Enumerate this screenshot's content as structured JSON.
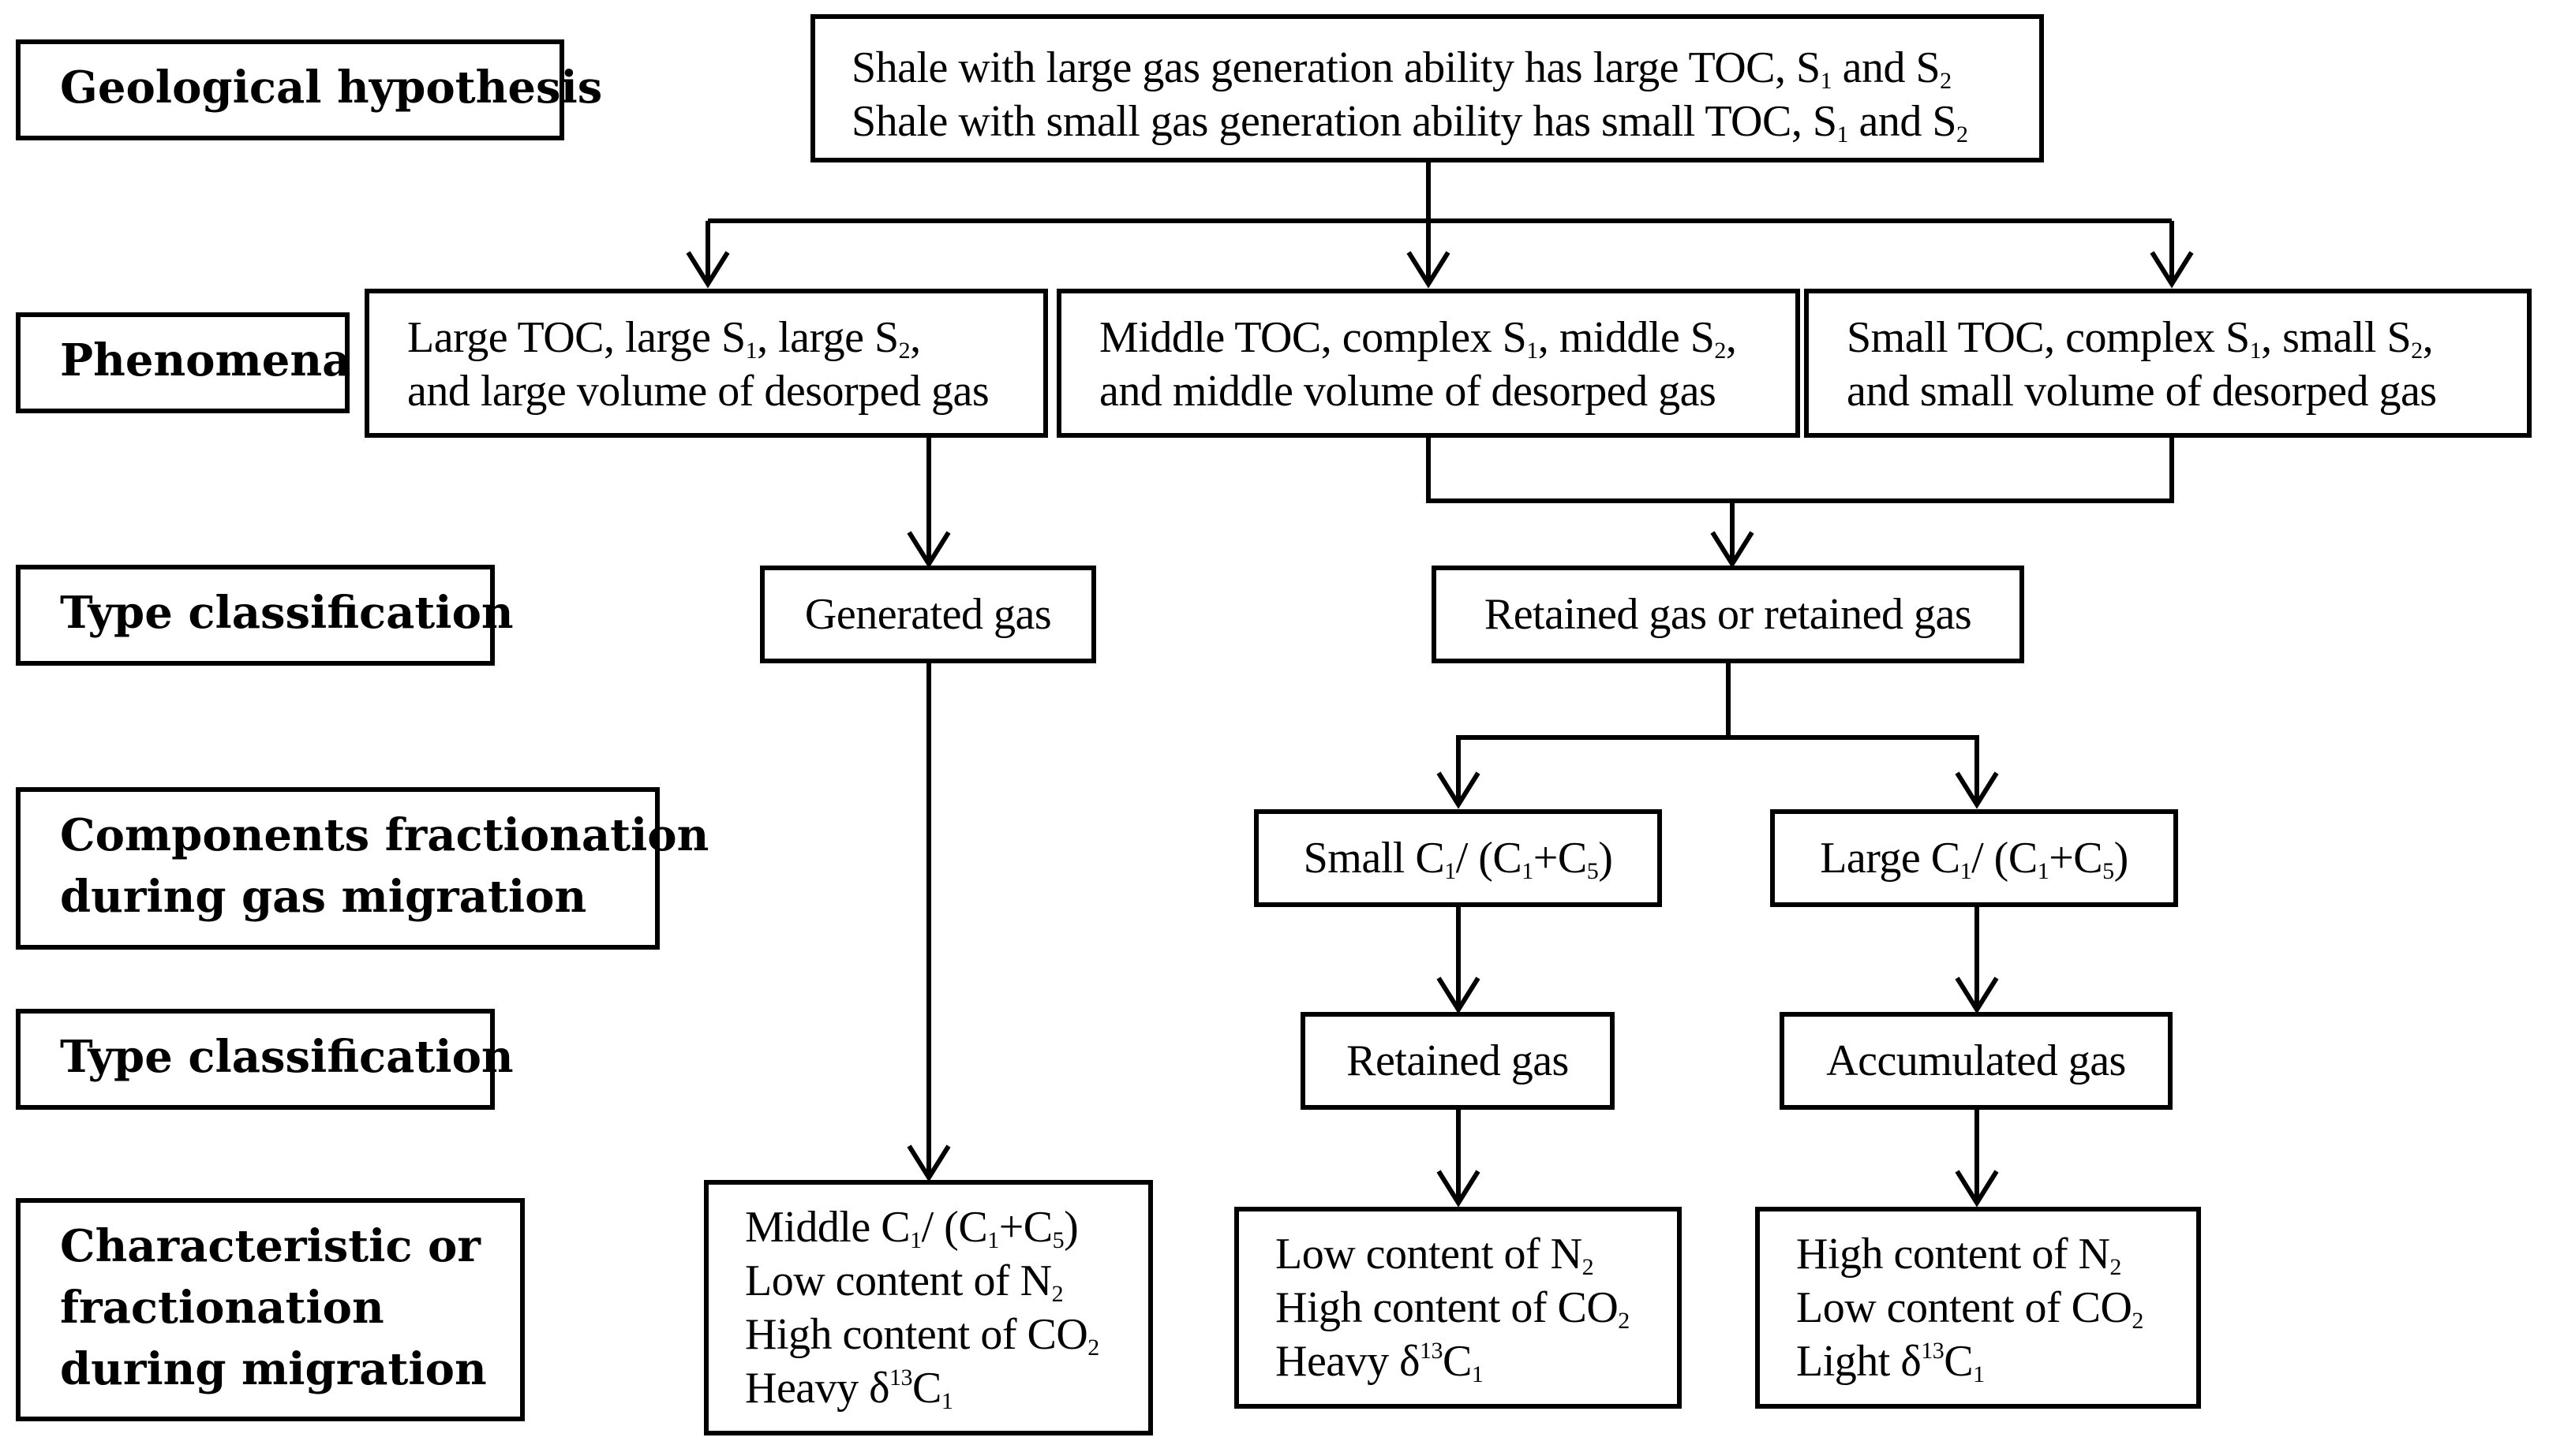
{
  "labels": {
    "geological": "Geological hypothesis",
    "phenomena": "Phenomena",
    "type1": "Type classification",
    "components_1": "Components fractionation",
    "components_2": "during gas migration",
    "type2": "Type classification",
    "characteristic_1": "Characteristic or",
    "characteristic_2": "fractionation",
    "characteristic_3": "during migration"
  },
  "hypothesis": {
    "line1": {
      "text": "Shale with large gas generation ability has large TOC, S",
      "s1": "1",
      "and": " and S",
      "s2": "2"
    },
    "line2": {
      "text": "Shale with small gas generation ability has small TOC, S",
      "s1": "1",
      "and": " and S",
      "s2": "2"
    }
  },
  "phenomena": {
    "large": {
      "a": "Large TOC, large S",
      "s1": "1",
      "b": ", large S",
      "s2": "2",
      "c": ",",
      "line2": "and large volume of desorped gas"
    },
    "middle": {
      "a": "Middle TOC, complex S",
      "s1": "1",
      "b": ", middle S",
      "s2": "2",
      "c": ",",
      "line2": "and middle volume of desorped gas"
    },
    "small": {
      "a": "Small TOC, complex S",
      "s1": "1",
      "b": ", small S",
      "s2": "2",
      "c": ",",
      "line2": "and small volume of desorped gas"
    }
  },
  "types": {
    "generated": "Generated gas",
    "retained_or": "Retained gas or retained gas",
    "retained": "Retained gas",
    "accumulated": "Accumulated gas"
  },
  "ratios": {
    "small": {
      "a": "Small C",
      "s1": "1",
      "b": "/ (C",
      "s2": "1",
      "c": "+C",
      "s3": "5",
      "d": ")"
    },
    "large": {
      "a": "Large C",
      "s1": "1",
      "b": "/ (C",
      "s2": "1",
      "c": "+C",
      "s3": "5",
      "d": ")"
    }
  },
  "characteristics": {
    "generated": {
      "l1": {
        "a": "Middle C",
        "s1": "1",
        "b": "/ (C",
        "s2": "1",
        "c": "+C",
        "s3": "5",
        "d": ")"
      },
      "l2": {
        "a": "Low content of N",
        "s": "2"
      },
      "l3": {
        "a": "High content of CO",
        "s": "2"
      },
      "l4": {
        "a": "Heavy δ",
        "sup": "13",
        "b": "C",
        "s": "1"
      }
    },
    "retained": {
      "l1": {
        "a": "Low content of N",
        "s": "2"
      },
      "l2": {
        "a": "High content of CO",
        "s": "2"
      },
      "l3": {
        "a": "Heavy δ",
        "sup": "13",
        "b": "C",
        "s": "1"
      }
    },
    "accumulated": {
      "l1": {
        "a": "High content of N",
        "s": "2"
      },
      "l2": {
        "a": "Low content of CO",
        "s": "2"
      },
      "l3": {
        "a": "Light δ",
        "sup": "13",
        "b": "C",
        "s": "1"
      }
    }
  }
}
